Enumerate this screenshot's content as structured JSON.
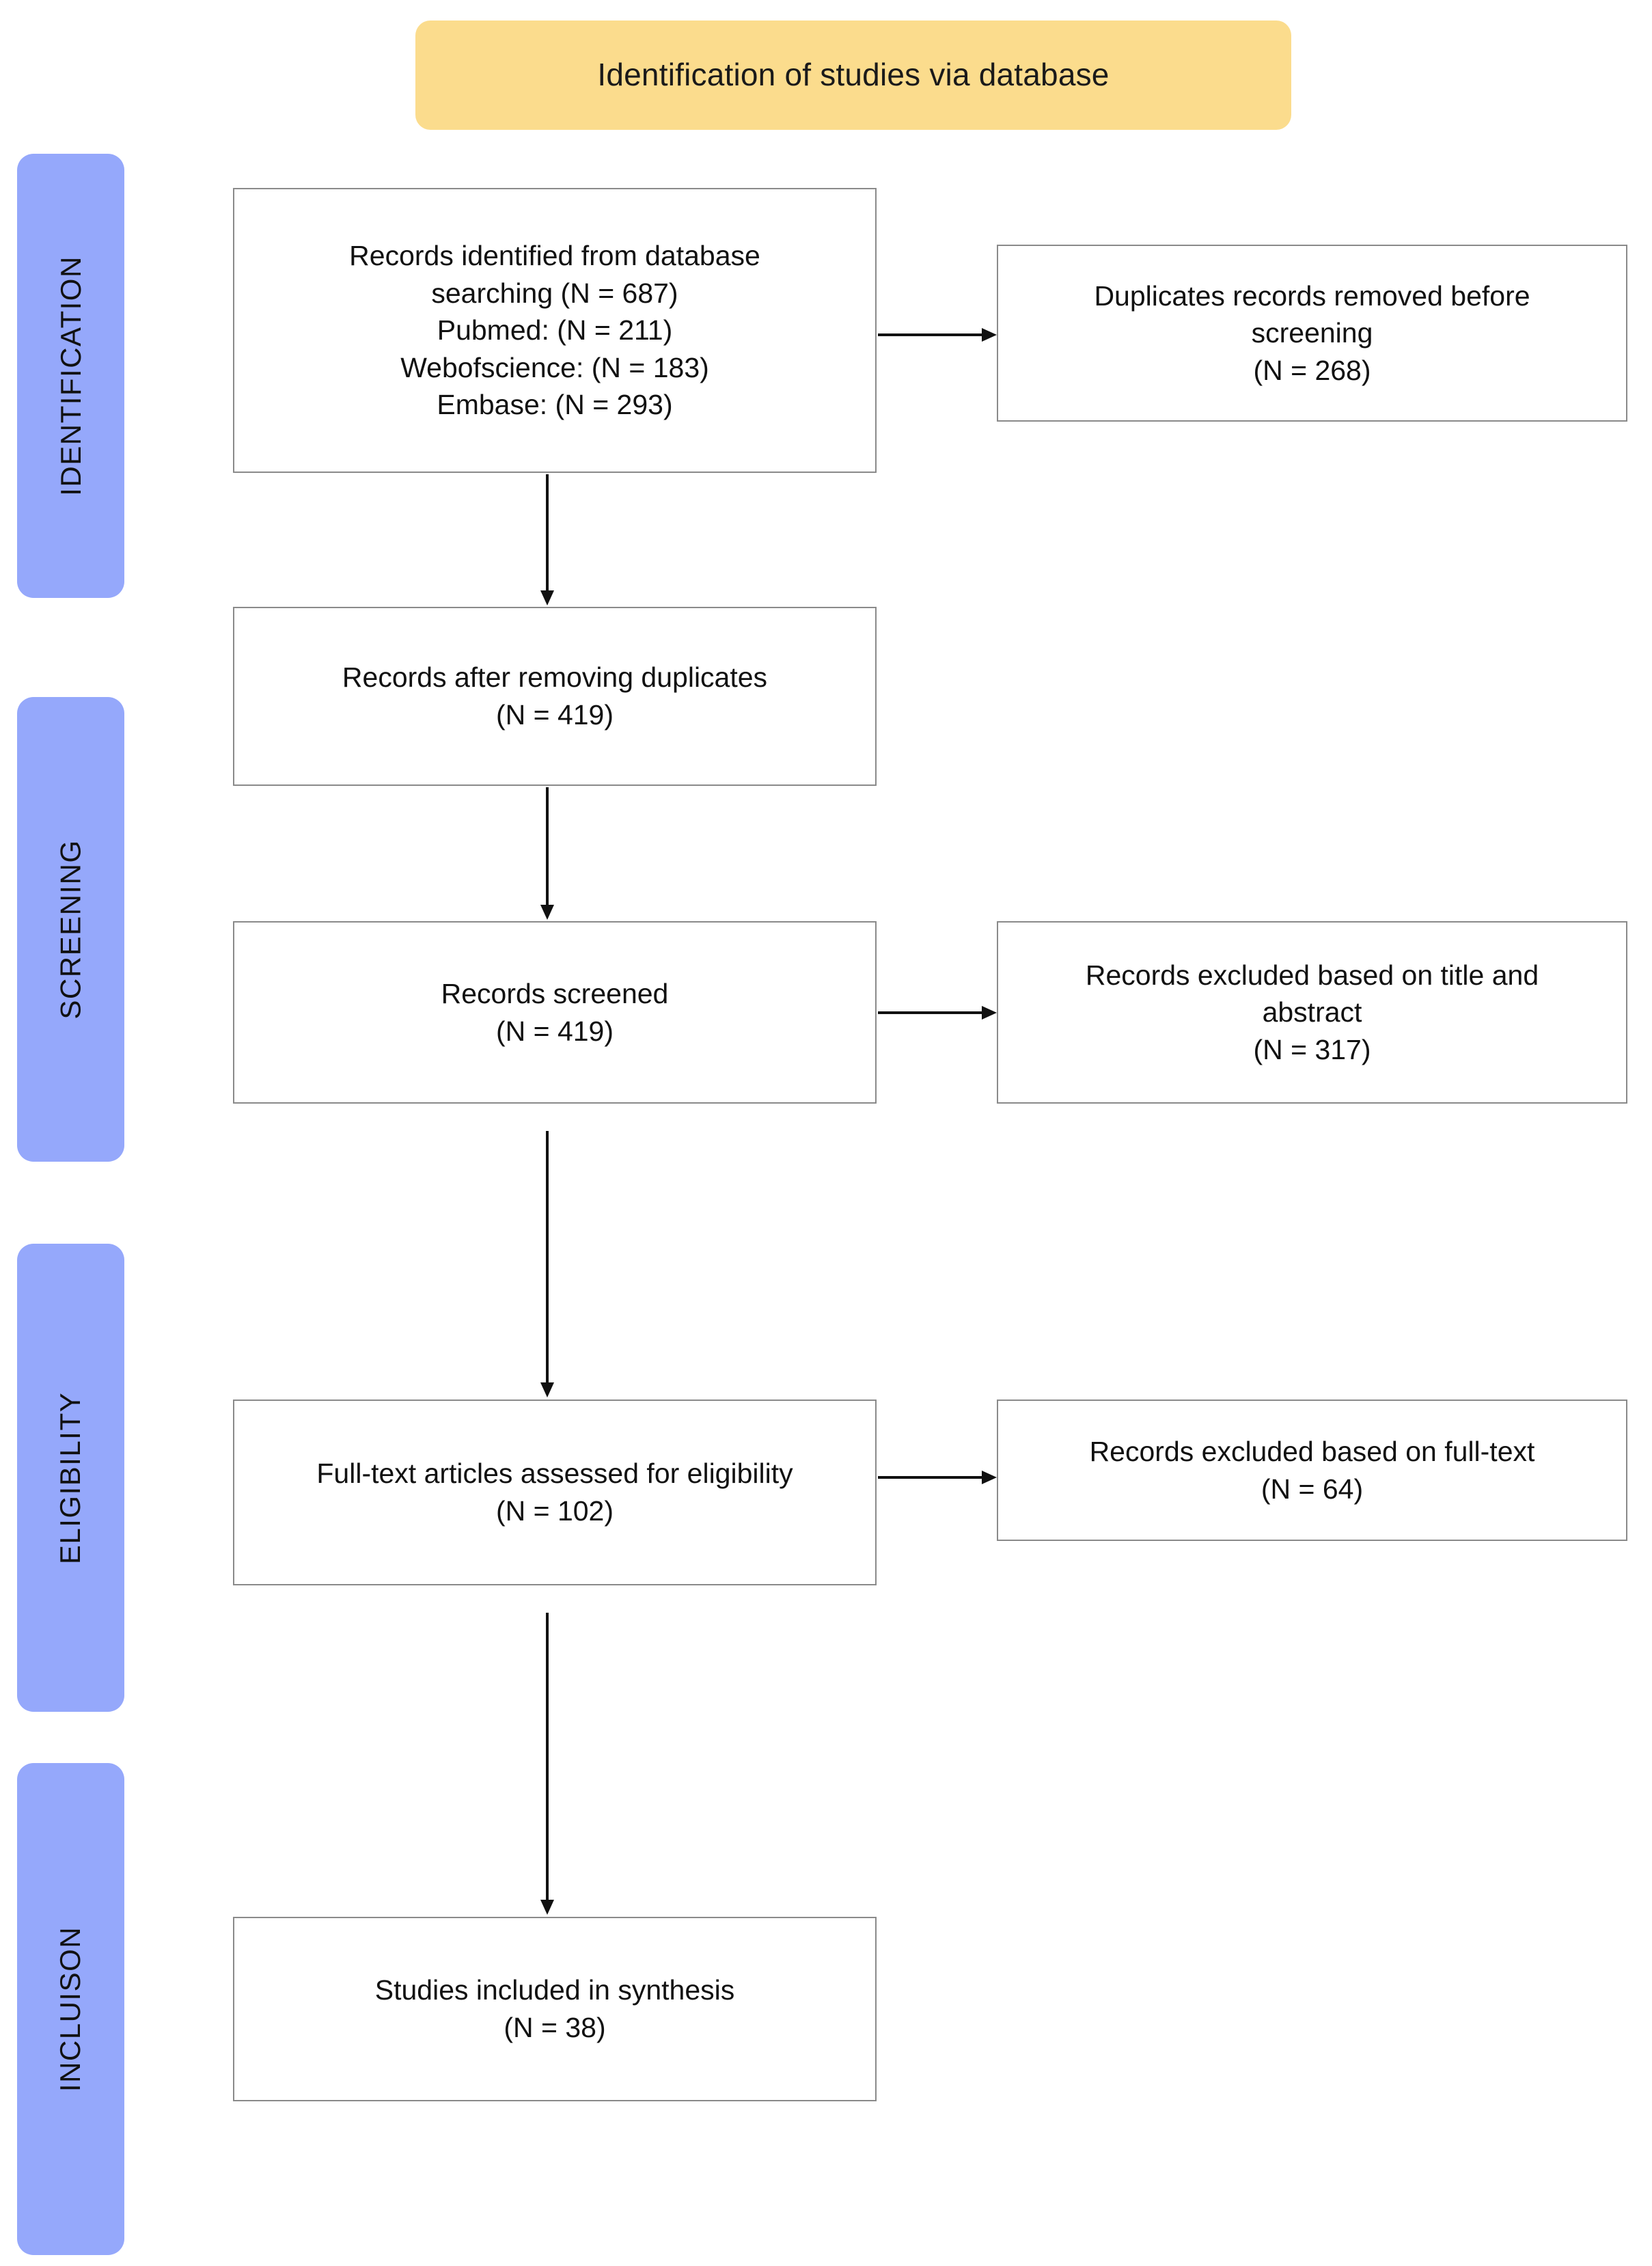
{
  "header": {
    "title": "Identification of studies via database",
    "background_color": "#fbdc8d"
  },
  "stages": {
    "accent_color": "#95a8fb",
    "items": [
      {
        "label": "IDENTIFICATION"
      },
      {
        "label": "SCREENING"
      },
      {
        "label": "ELIGIBILITY"
      },
      {
        "label": "INCLUISON"
      }
    ]
  },
  "flow": {
    "border_color": "#8a8a8a",
    "boxes": {
      "identified": {
        "text": "Records identified from database\nsearching (N = 687)\nPubmed: (N = 211)\nWebofscience: (N = 183)\nEmbase: (N = 293)"
      },
      "duplicates_removed": {
        "text": "Duplicates records removed before\nscreening\n(N = 268)"
      },
      "after_duplicates": {
        "text": "Records after removing duplicates\n(N = 419)"
      },
      "screened": {
        "text": "Records screened\n(N = 419)"
      },
      "excluded_title_abstract": {
        "text": "Records excluded based on title and\nabstract\n(N = 317)"
      },
      "full_text_assessed": {
        "text": "Full-text articles assessed for eligibility\n(N = 102)"
      },
      "excluded_full_text": {
        "text": "Records excluded based on full-text\n(N = 64)"
      },
      "included": {
        "text": "Studies included in synthesis\n(N = 38)"
      }
    }
  },
  "chart_data": {
    "type": "diagram",
    "title": "Identification of studies via database",
    "diagram_kind": "PRISMA flow diagram",
    "stages": [
      "IDENTIFICATION",
      "SCREENING",
      "ELIGIBILITY",
      "INCLUISON"
    ],
    "nodes": [
      {
        "id": "identified",
        "stage": "IDENTIFICATION",
        "label": "Records identified from database searching",
        "n": 687,
        "breakdown": [
          {
            "source": "Pubmed",
            "n": 211
          },
          {
            "source": "Webofscience",
            "n": 183
          },
          {
            "source": "Embase",
            "n": 293
          }
        ]
      },
      {
        "id": "duplicates_removed",
        "stage": "IDENTIFICATION",
        "label": "Duplicates records removed before screening",
        "n": 268
      },
      {
        "id": "after_duplicates",
        "stage": "IDENTIFICATION",
        "label": "Records after removing duplicates",
        "n": 419
      },
      {
        "id": "screened",
        "stage": "SCREENING",
        "label": "Records screened",
        "n": 419
      },
      {
        "id": "excluded_title_abstract",
        "stage": "SCREENING",
        "label": "Records excluded based on title and abstract",
        "n": 317
      },
      {
        "id": "full_text_assessed",
        "stage": "ELIGIBILITY",
        "label": "Full-text articles assessed for eligibility",
        "n": 102
      },
      {
        "id": "excluded_full_text",
        "stage": "ELIGIBILITY",
        "label": "Records excluded based on full-text",
        "n": 64
      },
      {
        "id": "included",
        "stage": "INCLUISON",
        "label": "Studies included in synthesis",
        "n": 38
      }
    ],
    "edges": [
      {
        "from": "identified",
        "to": "duplicates_removed",
        "direction": "right"
      },
      {
        "from": "identified",
        "to": "after_duplicates",
        "direction": "down"
      },
      {
        "from": "after_duplicates",
        "to": "screened",
        "direction": "down"
      },
      {
        "from": "screened",
        "to": "excluded_title_abstract",
        "direction": "right"
      },
      {
        "from": "screened",
        "to": "full_text_assessed",
        "direction": "down"
      },
      {
        "from": "full_text_assessed",
        "to": "excluded_full_text",
        "direction": "right"
      },
      {
        "from": "full_text_assessed",
        "to": "included",
        "direction": "down"
      }
    ]
  }
}
